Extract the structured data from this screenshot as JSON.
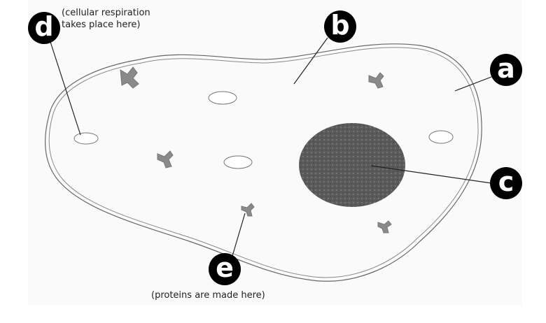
{
  "labels": {
    "a": "a",
    "b": "b",
    "c": "c",
    "d": "d",
    "e": "e"
  },
  "notes": {
    "d_line1": "(cellular respiration",
    "d_line2": "takes place here)",
    "e": "(proteins are made here)"
  },
  "colors": {
    "nucleus": "#555555",
    "ribosome": "#8a8a8a",
    "outline": "#666666"
  }
}
